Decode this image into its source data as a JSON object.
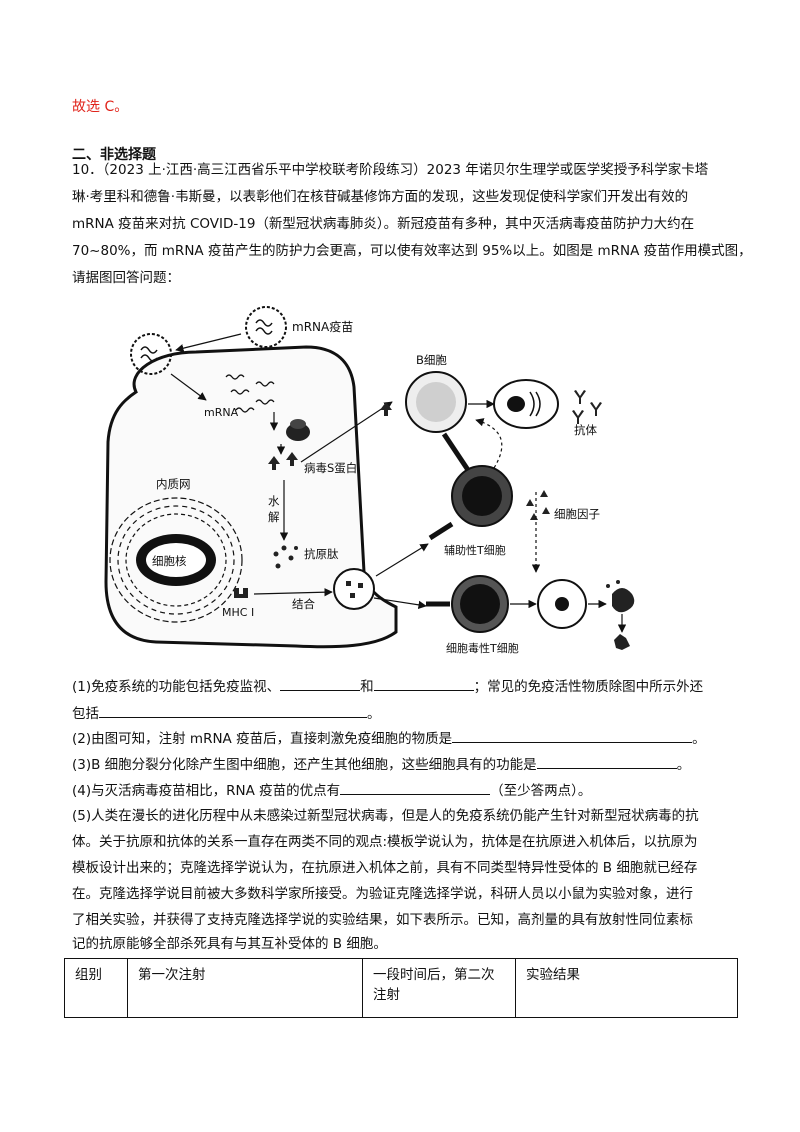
{
  "answer_note": "故选 C。",
  "section_title": "二、非选择题",
  "question": {
    "lines": [
      "10．（2023 上·江西·高三江西省乐平中学校联考阶段练习）2023 年诺贝尔生理学或医学奖授予科学家卡塔",
      "琳·考里科和德鲁·韦斯曼，以表彰他们在核苷碱基修饰方面的发现，这些发现促使科学家们开发出有效的",
      "mRNA 疫苗来对抗 COVID-19（新型冠状病毒肺炎）。新冠疫苗有多种，其中灭活病毒疫苗防护力大约在",
      "70~80%，而 mRNA 疫苗产生的防护力会更高，可以使有效率达到 95%以上。如图是 mRNA 疫苗作用模式图，",
      "请据图回答问题："
    ]
  },
  "figure": {
    "labels": {
      "vaccine": "mRNA疫苗",
      "mrna": "mRNA",
      "spike": "病毒S蛋白",
      "hydrolysis_1": "水",
      "hydrolysis_2": "解",
      "er": "内质网",
      "nucleus": "细胞核",
      "antigen_peptide": "抗原肽",
      "mhc": "MHC I",
      "binding": "结合",
      "b_cell": "B细胞",
      "antibody": "抗体",
      "cytokine": "细胞因子",
      "helper_t": "辅助性T细胞",
      "cytotoxic_t": "细胞毒性T细胞"
    }
  },
  "sub_questions": {
    "q1_a": "(1)免疫系统的功能包括免疫监视、",
    "q1_b": "和",
    "q1_c": "；常见的免疫活性物质除图中所示外还",
    "q1_d": "包括",
    "q1_end": "。",
    "q2_a": "(2)由图可知，注射 mRNA 疫苗后，直接刺激免疫细胞的物质是",
    "q2_end": "。",
    "q3_a": "(3)B 细胞分裂分化除产生图中细胞，还产生其他细胞，这些细胞具有的功能是",
    "q3_end": "。",
    "q4_a": "(4)与灭活病毒疫苗相比，RNA 疫苗的优点有",
    "q4_end": "（至少答两点）。",
    "q5_lines": [
      "(5)人类在漫长的进化历程中从未感染过新型冠状病毒，但是人的免疫系统仍能产生针对新型冠状病毒的抗",
      "体。关于抗原和抗体的关系一直存在两类不同的观点:模板学说认为，抗体是在抗原进入机体后，以抗原为",
      "模板设计出来的；克隆选择学说认为，在抗原进入机体之前，具有不同类型特异性受体的 B 细胞就已经存",
      "在。克隆选择学说目前被大多数科学家所接受。为验证克隆选择学说，科研人员以小鼠为实验对象，进行",
      "了相关实验，并获得了支持克隆选择学说的实验结果，如下表所示。已知，高剂量的具有放射性同位素标",
      "记的抗原能够全部杀死具有与其互补受体的 B 细胞。"
    ]
  },
  "table": {
    "headers": [
      "组别",
      "第一次注射",
      "一段时间后，第二次注射",
      "实验结果"
    ]
  }
}
